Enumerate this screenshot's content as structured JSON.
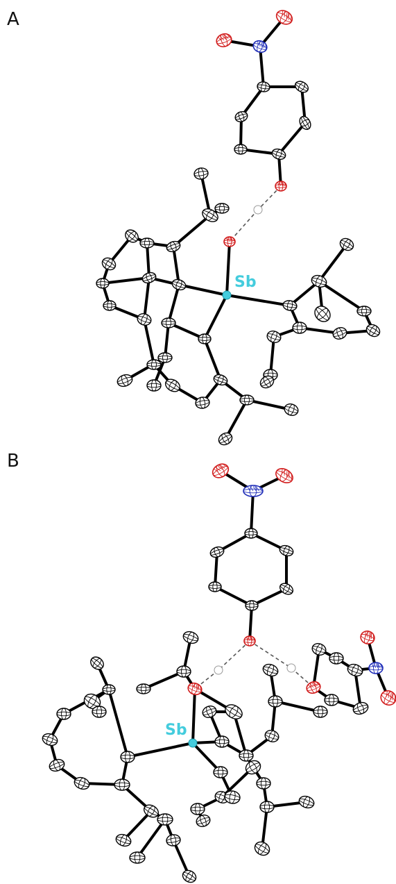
{
  "panels": [
    {
      "id": "A",
      "label": "A",
      "metal_label": "Sb"
    },
    {
      "id": "B",
      "label": "B",
      "metal_label": "Sb"
    }
  ],
  "colors": {
    "carbon": "#000000",
    "oxygen": "#d11a1a",
    "nitrogen": "#1f2db8",
    "hydrogen": "#999999",
    "antimony": "#44ccdd"
  }
}
